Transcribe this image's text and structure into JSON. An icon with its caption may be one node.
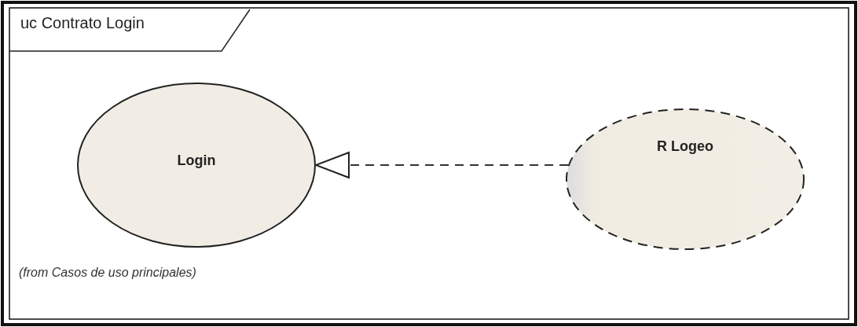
{
  "diagram": {
    "title": "uc Contrato Login",
    "nodes": [
      {
        "text": [
          "Login"
        ],
        "beside": [
          "(from Casos de uso principales)"
        ]
      },
      {
        "text": [
          "R Logeo"
        ]
      }
    ],
    "edges": [
      {
        "from": 1,
        "to": 0,
        "arrow": "to",
        "style": "dashed"
      }
    ]
  }
}
